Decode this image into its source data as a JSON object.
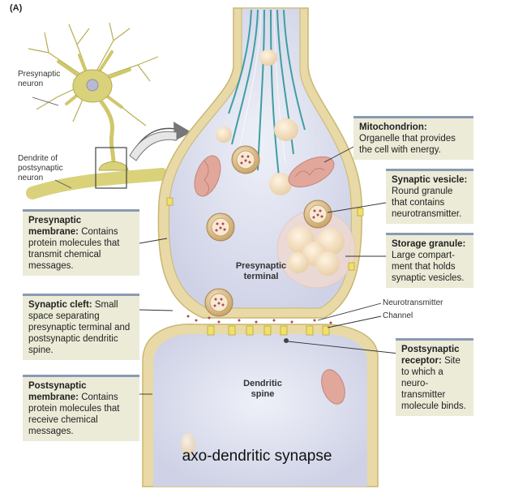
{
  "panel_label": "(A)",
  "caption": "axo-dendritic synapse",
  "small_labels": {
    "presynaptic_neuron": "Presynaptic neuron",
    "dendrite_postsynaptic": "Dendrite of postsynaptic neuron",
    "neurotransmitter": "Neurotransmitter",
    "channel": "Channel"
  },
  "inner_labels": {
    "presynaptic_terminal": "Presynaptic terminal",
    "dendritic_spine": "Dendritic spine"
  },
  "callouts": {
    "mitochondrion": {
      "term": "Mitochondrion:",
      "text": "Organelle that provides the cell with energy."
    },
    "synaptic_vesicle": {
      "term": "Synaptic vesicle:",
      "text": "Round granule that contains neurotransmitter."
    },
    "storage_granule": {
      "term": "Storage granule:",
      "text": "Large compart­ment that holds synaptic vesicles."
    },
    "presynaptic_membrane": {
      "term": "Presynaptic membrane:",
      "text": "Contains protein molecules  that transmit chemical messages."
    },
    "synaptic_cleft": {
      "term": "Synaptic cleft:",
      "text": "Small space separating presynaptic terminal and postsynaptic dendritic spine."
    },
    "postsynaptic_receptor": {
      "term": "Postsynaptic receptor:",
      "text": "Site to which a neuro­transmitter molecule binds."
    },
    "postsynaptic_membrane": {
      "term": "Postsynaptic membrane:",
      "text": "Contains protein molecules that receive chemical messages."
    }
  },
  "colors": {
    "membrane": "#e8d9a6",
    "membrane_edge": "#c9b772",
    "cytoplasm": "#dfe0ef",
    "neuron": "#d9d27a",
    "vesicle": "#d6b98a",
    "mitochondrion": "#e0a79a",
    "microtubule": "#3f9ea3",
    "callout_bg": "#ecebd8",
    "callout_rule": "#8a9ab3"
  }
}
